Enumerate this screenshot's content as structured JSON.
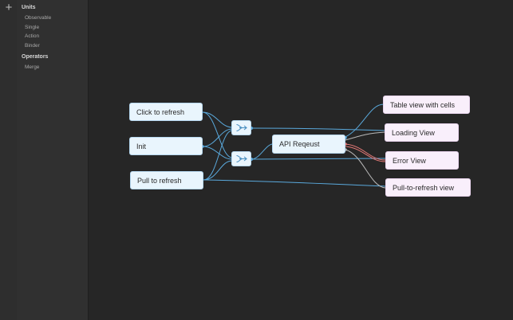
{
  "toolbar": {
    "add_icon": "plus-icon",
    "add_glyph": "+"
  },
  "sidebar": {
    "sections": [
      {
        "title": "Units",
        "items": [
          "Observable",
          "Single",
          "Action",
          "Binder"
        ]
      },
      {
        "title": "Operators",
        "items": [
          "Merge"
        ]
      }
    ]
  },
  "diagram": {
    "sources": [
      "Click to refresh",
      "Init",
      "Pull to refresh"
    ],
    "operators": [
      {
        "kind": "merge",
        "icon": "merge-icon"
      },
      {
        "kind": "merge",
        "icon": "merge-icon"
      }
    ],
    "request": "API Reqeust",
    "outputs": [
      "Table view with cells",
      "Loading View",
      "Error View",
      "Pull-to-refresh view"
    ]
  },
  "colors": {
    "source_fill": "#e9f5fd",
    "output_fill": "#f9effb",
    "wire": "#5aa9dc",
    "error_wire": "#e77a78",
    "neutral_wire": "#b9b9b9"
  }
}
